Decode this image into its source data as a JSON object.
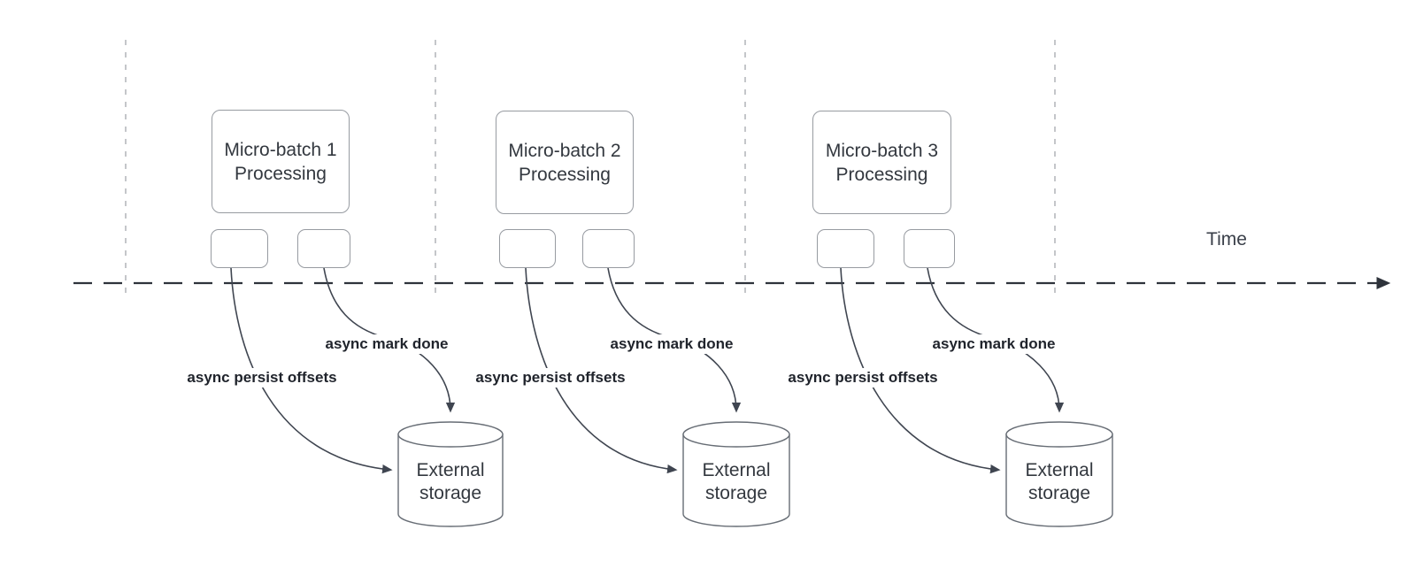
{
  "timeline": {
    "label": "Time"
  },
  "sections": [
    {
      "id": 1,
      "title": "Micro-batch 1\nProcessing",
      "persist_label": "async persist offsets",
      "done_label": "async mark done",
      "storage_label": "External\nstorage"
    },
    {
      "id": 2,
      "title": "Micro-batch 2\nProcessing",
      "persist_label": "async persist offsets",
      "done_label": "async mark done",
      "storage_label": "External\nstorage"
    },
    {
      "id": 3,
      "title": "Micro-batch 3\nProcessing",
      "persist_label": "async persist offsets",
      "done_label": "async mark done",
      "storage_label": "External\nstorage"
    }
  ],
  "colors": {
    "curve_stroke": "#3f4550",
    "timeline_stroke": "#2e333b",
    "gridline_stroke": "#b5b8bc",
    "node_border": "#979ba1",
    "cylinder_border": "#676d75",
    "label_text": "#20242c",
    "node_text": "#33383f"
  }
}
